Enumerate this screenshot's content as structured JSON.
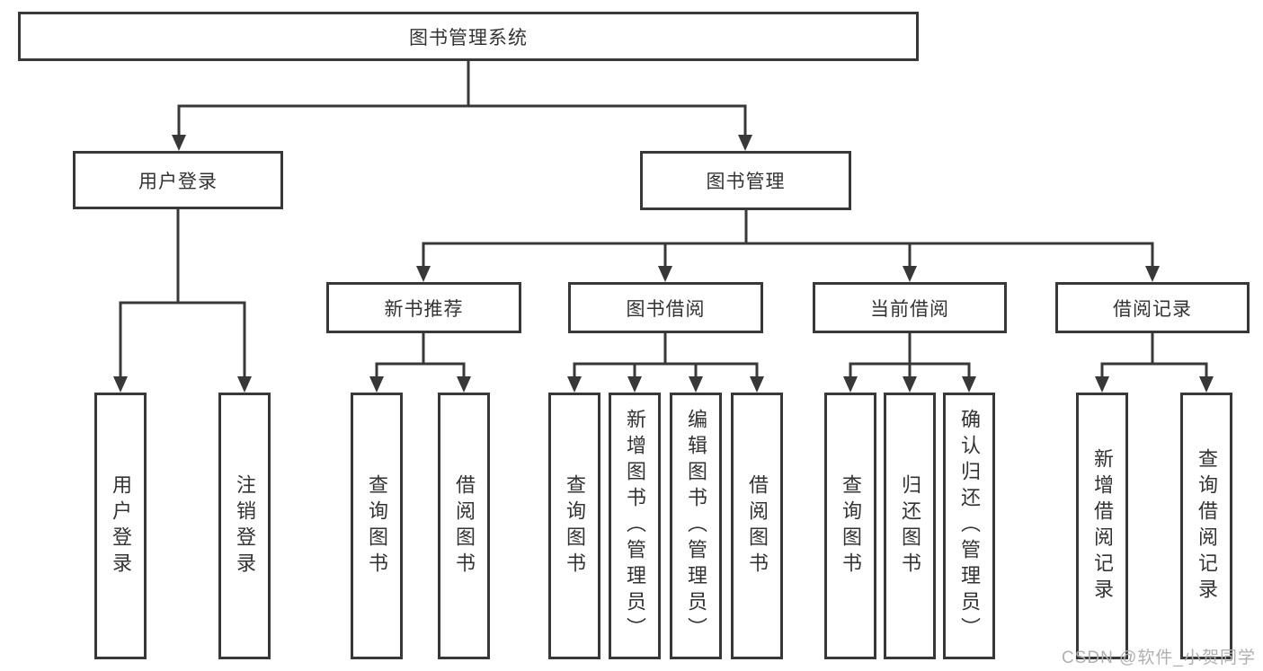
{
  "diagram": {
    "root": {
      "label": "图书管理系统"
    },
    "level2": [
      {
        "label": "用户登录"
      },
      {
        "label": "图书管理"
      }
    ],
    "level3": [
      {
        "label": "新书推荐",
        "parent": "图书管理"
      },
      {
        "label": "图书借阅",
        "parent": "图书管理"
      },
      {
        "label": "当前借阅",
        "parent": "图书管理"
      },
      {
        "label": "借阅记录",
        "parent": "图书管理"
      }
    ],
    "leaves": [
      {
        "label": "用户登录",
        "parent": "用户登录"
      },
      {
        "label": "注销登录",
        "parent": "用户登录"
      },
      {
        "label": "查询图书",
        "parent": "新书推荐"
      },
      {
        "label": "借阅图书",
        "parent": "新书推荐"
      },
      {
        "label": "查询图书",
        "parent": "图书借阅"
      },
      {
        "label": "新增图书（管理员）",
        "parent": "图书借阅"
      },
      {
        "label": "编辑图书（管理员）",
        "parent": "图书借阅"
      },
      {
        "label": "借阅图书",
        "parent": "图书借阅"
      },
      {
        "label": "查询图书",
        "parent": "当前借阅"
      },
      {
        "label": "归还图书",
        "parent": "当前借阅"
      },
      {
        "label": "确认归还（管理员）",
        "parent": "当前借阅"
      },
      {
        "label": "新增借阅记录",
        "parent": "借阅记录"
      },
      {
        "label": "查询借阅记录",
        "parent": "借阅记录"
      }
    ],
    "colors": {
      "line": "#383838",
      "text": "#333333",
      "box_background": "#ffffff",
      "watermark": "#b0b0b0"
    }
  },
  "watermark": {
    "text": "CSDN @软件_小贺同学"
  }
}
